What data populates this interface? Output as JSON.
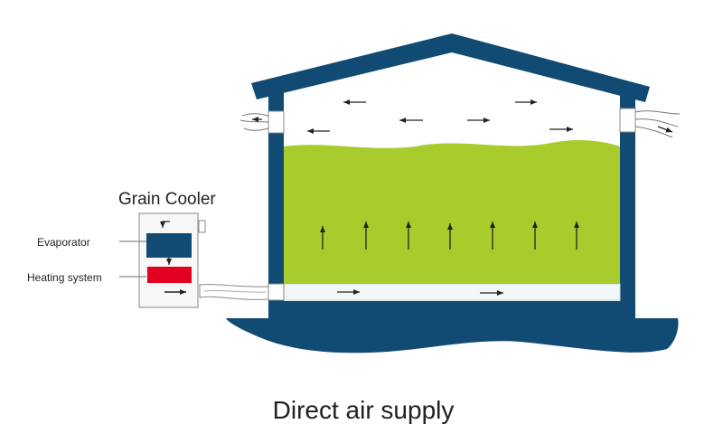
{
  "diagram": {
    "title": "Grain Cooler",
    "caption": "Direct air supply",
    "labels": {
      "evaporator": "Evaporator",
      "heating_system": "Heating system"
    }
  },
  "colors": {
    "building": "#114a73",
    "grain": "#a8cc2c",
    "evaporator": "#124b73",
    "heater": "#e1001f",
    "cooler_box": "#f7f7f7",
    "cooler_border": "#9a9a9a",
    "arrow": "#222222",
    "leader_line": "#8a8a8a"
  }
}
